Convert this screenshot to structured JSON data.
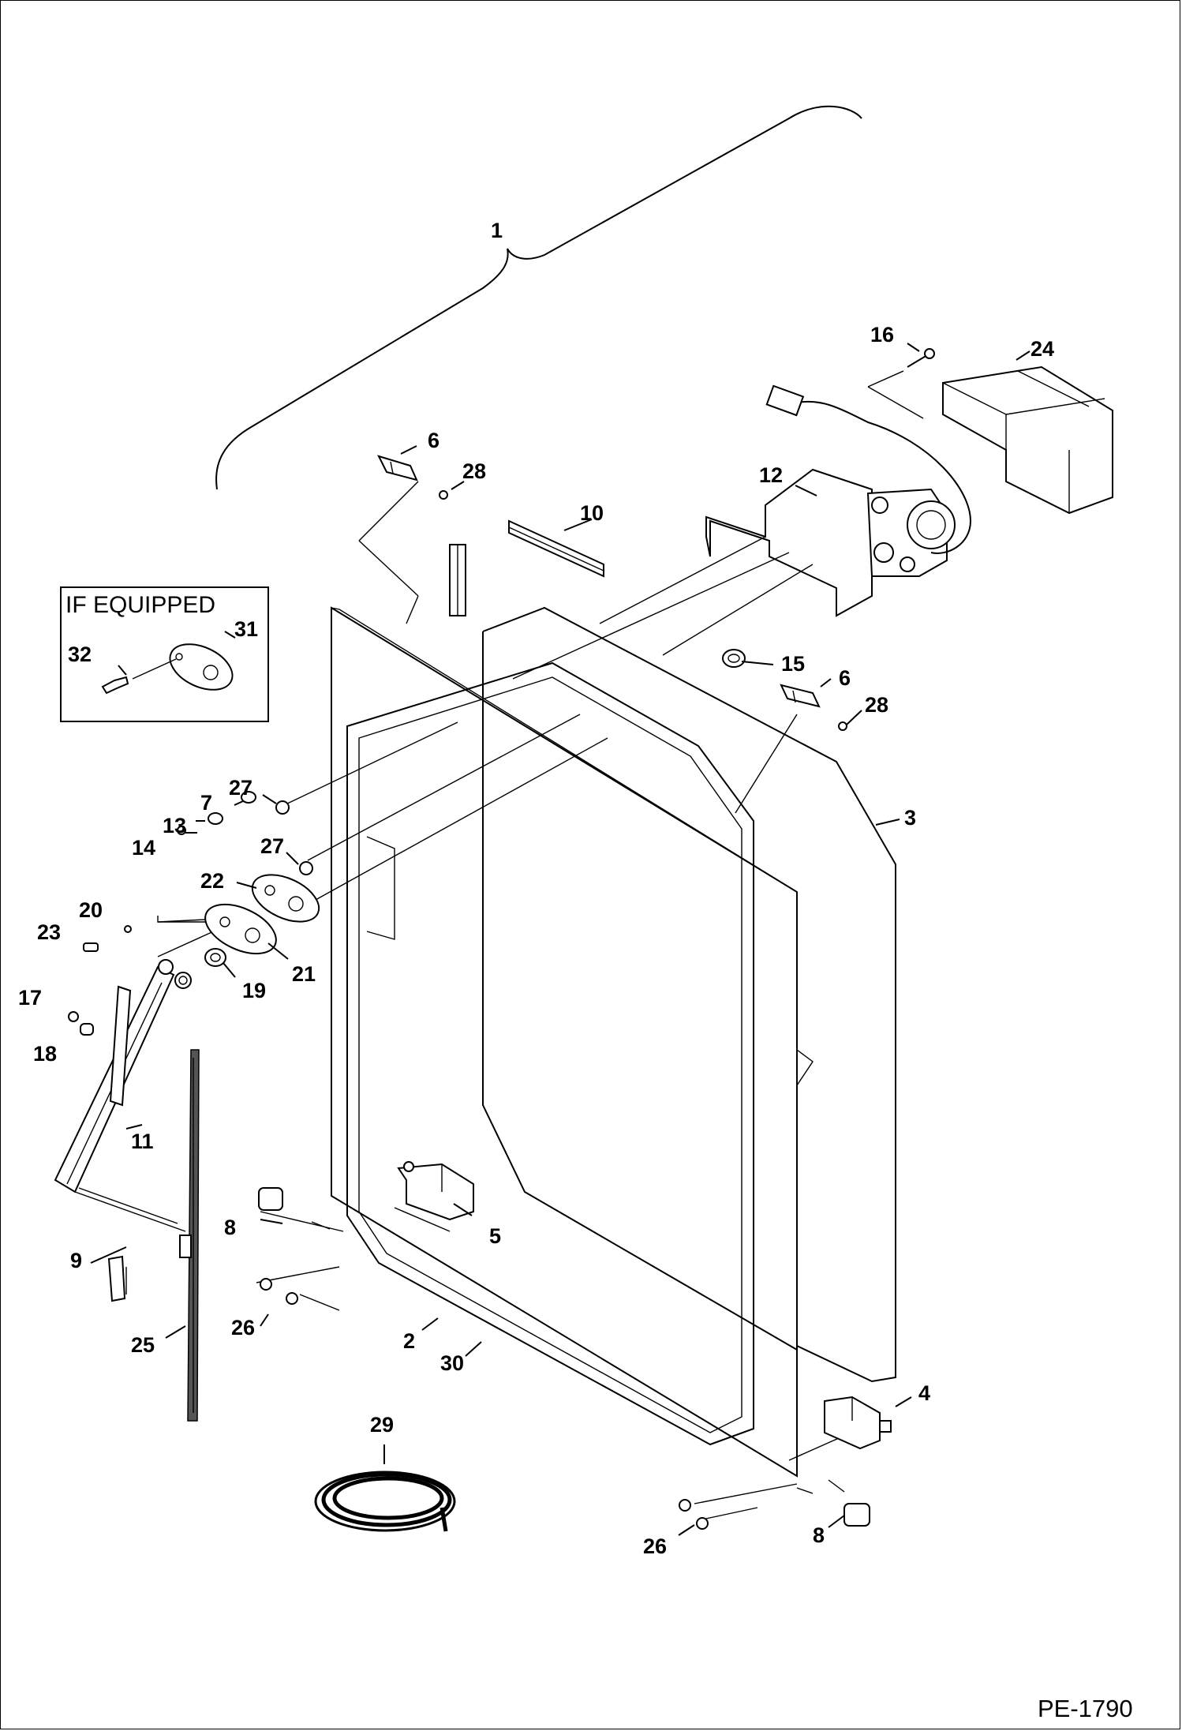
{
  "diagram": {
    "reference_code": "PE-1790",
    "inset_title": "IF EQUIPPED",
    "callouts": {
      "c1": "1",
      "c2": "2",
      "c3": "3",
      "c4": "4",
      "c5": "5",
      "c6a": "6",
      "c6b": "6",
      "c7": "7",
      "c8a": "8",
      "c8b": "8",
      "c9": "9",
      "c10": "10",
      "c11": "11",
      "c12": "12",
      "c13": "13",
      "c14": "14",
      "c15": "15",
      "c16": "16",
      "c17": "17",
      "c18": "18",
      "c19": "19",
      "c20": "20",
      "c21": "21",
      "c22": "22",
      "c23": "23",
      "c24": "24",
      "c25": "25",
      "c26a": "26",
      "c26b": "26",
      "c27a": "27",
      "c27b": "27",
      "c28a": "28",
      "c28b": "28",
      "c29": "29",
      "c30": "30",
      "c31": "31",
      "c32": "32"
    }
  }
}
